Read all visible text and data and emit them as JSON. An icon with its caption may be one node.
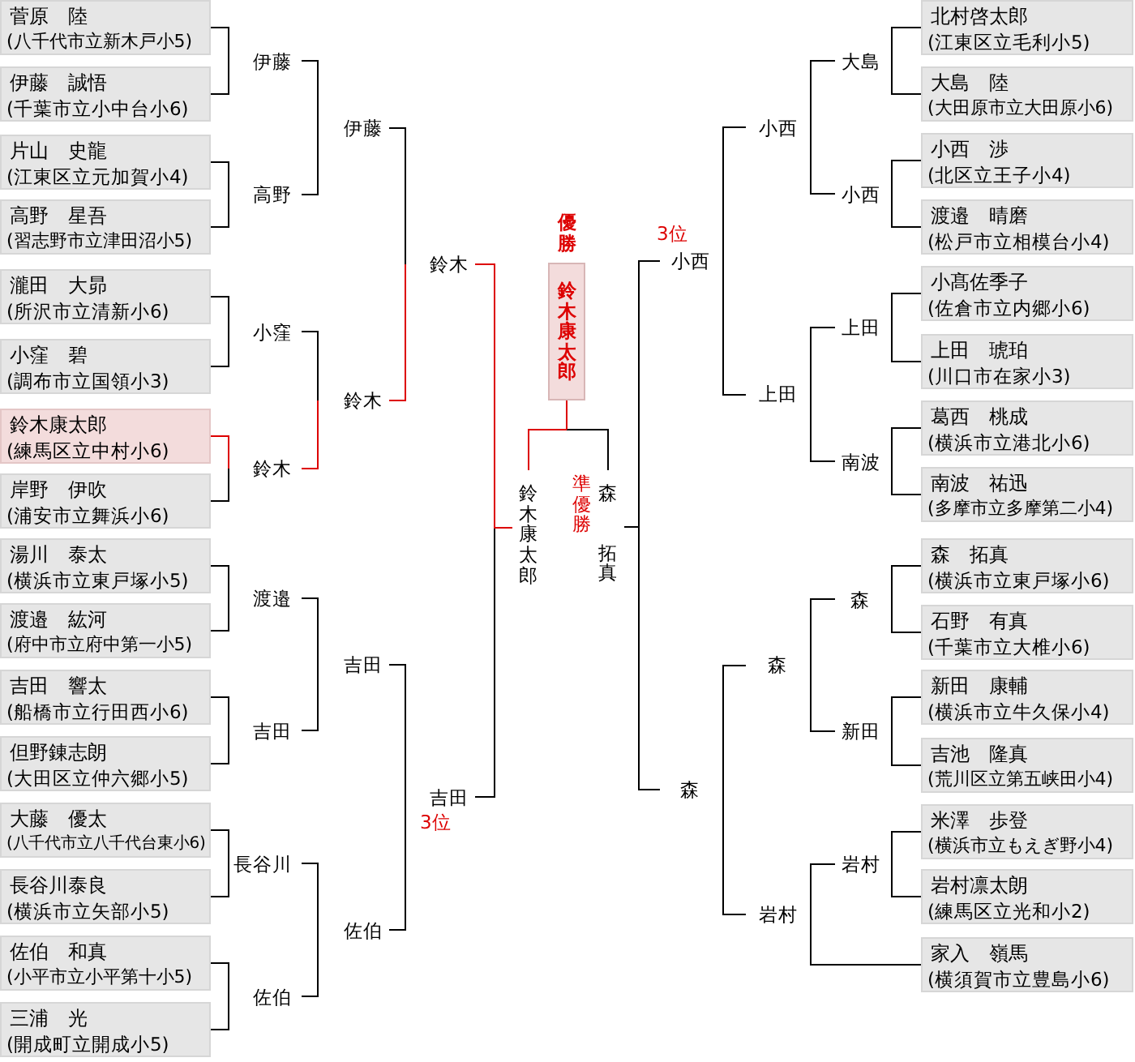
{
  "diagram": {
    "nodes": [
      {
        "text": [
          "菅原　陸",
          "(八千代市立新木戸小5)"
        ]
      },
      {
        "text": [
          "伊藤　誠悟",
          "(千葉市立小中台小6)"
        ]
      },
      {
        "text": [
          "片山　史龍",
          "(江東区立元加賀小4)"
        ]
      },
      {
        "text": [
          "高野　星吾",
          "(習志野市立津田沼小5)"
        ]
      },
      {
        "text": [
          "瀧田　大昴",
          "(所沢市立清新小6)"
        ]
      },
      {
        "text": [
          "小窪　碧",
          "(調布市立国領小3)"
        ]
      },
      {
        "text": [
          "鈴木康太郎",
          "(練馬区立中村小6)"
        ]
      },
      {
        "text": [
          "岸野　伊吹",
          "(浦安市立舞浜小6)"
        ]
      },
      {
        "text": [
          "湯川　泰太",
          "(横浜市立東戸塚小5)"
        ]
      },
      {
        "text": [
          "渡邉　紘河",
          "(府中市立府中第一小5)"
        ]
      },
      {
        "text": [
          "吉田　響太",
          "(船橋市立行田西小6)"
        ]
      },
      {
        "text": [
          "但野錬志朗",
          "(大田区立仲六郷小5)"
        ]
      },
      {
        "text": [
          "大藤　優太",
          "(八千代市立八千代台東小6)"
        ]
      },
      {
        "text": [
          "長谷川泰良",
          "(横浜市立矢部小5)"
        ]
      },
      {
        "text": [
          "佐伯　和真",
          "(小平市立小平第十小5)"
        ]
      },
      {
        "text": [
          "三浦　光",
          "(開成町立開成小5)"
        ]
      },
      {
        "text": [
          "伊藤"
        ]
      },
      {
        "text": [
          "高野"
        ]
      },
      {
        "text": [
          "小窪"
        ]
      },
      {
        "text": [
          "鈴木"
        ]
      },
      {
        "text": [
          "渡邉"
        ]
      },
      {
        "text": [
          "吉田"
        ]
      },
      {
        "text": [
          "長谷川"
        ]
      },
      {
        "text": [
          "佐伯"
        ]
      },
      {
        "text": [
          "伊藤"
        ]
      },
      {
        "text": [
          "鈴木"
        ]
      },
      {
        "text": [
          "吉田"
        ]
      },
      {
        "text": [
          "佐伯"
        ]
      },
      {
        "text": [
          "鈴木"
        ]
      },
      {
        "text": [
          "吉田"
        ],
        "beside": [
          "3位"
        ]
      },
      {
        "text": [
          "鈴木康太郎"
        ]
      },
      {
        "text": [
          "鈴木康太郎"
        ],
        "beside": [
          "優勝"
        ]
      },
      {
        "text": [
          "森",
          "拓真"
        ],
        "beside": [
          "準優勝"
        ]
      },
      {
        "text": [
          "小西"
        ],
        "beside": [
          "3位"
        ]
      },
      {
        "text": [
          "森"
        ]
      },
      {
        "text": [
          "小西"
        ]
      },
      {
        "text": [
          "上田"
        ]
      },
      {
        "text": [
          "森"
        ]
      },
      {
        "text": [
          "岩村"
        ]
      },
      {
        "text": [
          "大島"
        ]
      },
      {
        "text": [
          "小西"
        ]
      },
      {
        "text": [
          "上田"
        ]
      },
      {
        "text": [
          "南波"
        ]
      },
      {
        "text": [
          "森"
        ]
      },
      {
        "text": [
          "新田"
        ]
      },
      {
        "text": [
          "岩村"
        ]
      },
      {
        "text": [
          "北村啓太郎",
          "(江東区立毛利小5)"
        ]
      },
      {
        "text": [
          "大島　陸",
          "(大田原市立大田原小6)"
        ]
      },
      {
        "text": [
          "小西　渉",
          "(北区立王子小4)"
        ]
      },
      {
        "text": [
          "渡邉　晴磨",
          "(松戸市立相模台小4)"
        ]
      },
      {
        "text": [
          "小髙佐季子",
          "(佐倉市立内郷小6)"
        ]
      },
      {
        "text": [
          "上田　琥珀",
          "(川口市在家小3)"
        ]
      },
      {
        "text": [
          "葛西　桃成",
          "(横浜市立港北小6)"
        ]
      },
      {
        "text": [
          "南波　祐迅",
          "(多摩市立多摩第二小4)"
        ]
      },
      {
        "text": [
          "森　拓真",
          "(横浜市立東戸塚小6)"
        ]
      },
      {
        "text": [
          "石野　有真",
          "(千葉市立大椎小6)"
        ]
      },
      {
        "text": [
          "新田　康輔",
          "(横浜市立牛久保小4)"
        ]
      },
      {
        "text": [
          "吉池　隆真",
          "(荒川区立第五峡田小4)"
        ]
      },
      {
        "text": [
          "米澤　歩登",
          "(横浜市立もえぎ野小4)"
        ]
      },
      {
        "text": [
          "岩村凛太朗",
          "(練馬区立光和小2)"
        ]
      },
      {
        "text": [
          "家入　嶺馬",
          "(横須賀市立豊島小6)"
        ]
      }
    ],
    "edges": [
      {
        "from": 0,
        "to": 16,
        "arrow": "none"
      },
      {
        "from": 1,
        "to": 16,
        "arrow": "none"
      },
      {
        "from": 2,
        "to": 17,
        "arrow": "none"
      },
      {
        "from": 3,
        "to": 17,
        "arrow": "none"
      },
      {
        "from": 4,
        "to": 18,
        "arrow": "none"
      },
      {
        "from": 5,
        "to": 18,
        "arrow": "none"
      },
      {
        "from": 6,
        "to": 19,
        "arrow": "none",
        "color": "#dd0000"
      },
      {
        "from": 7,
        "to": 19,
        "arrow": "none"
      },
      {
        "from": 8,
        "to": 20,
        "arrow": "none"
      },
      {
        "from": 9,
        "to": 20,
        "arrow": "none"
      },
      {
        "from": 10,
        "to": 21,
        "arrow": "none"
      },
      {
        "from": 11,
        "to": 21,
        "arrow": "none"
      },
      {
        "from": 12,
        "to": 22,
        "arrow": "none"
      },
      {
        "from": 13,
        "to": 22,
        "arrow": "none"
      },
      {
        "from": 14,
        "to": 23,
        "arrow": "none"
      },
      {
        "from": 15,
        "to": 23,
        "arrow": "none"
      },
      {
        "from": 16,
        "to": 24,
        "arrow": "none"
      },
      {
        "from": 17,
        "to": 24,
        "arrow": "none"
      },
      {
        "from": 18,
        "to": 25,
        "arrow": "none"
      },
      {
        "from": 19,
        "to": 25,
        "arrow": "none",
        "color": "#dd0000"
      },
      {
        "from": 20,
        "to": 26,
        "arrow": "none"
      },
      {
        "from": 21,
        "to": 26,
        "arrow": "none"
      },
      {
        "from": 22,
        "to": 27,
        "arrow": "none"
      },
      {
        "from": 23,
        "to": 27,
        "arrow": "none"
      },
      {
        "from": 24,
        "to": 28,
        "arrow": "none"
      },
      {
        "from": 25,
        "to": 28,
        "arrow": "none",
        "color": "#dd0000"
      },
      {
        "from": 26,
        "to": 29,
        "arrow": "none"
      },
      {
        "from": 27,
        "to": 29,
        "arrow": "none"
      },
      {
        "from": 28,
        "to": 30,
        "arrow": "none",
        "color": "#dd0000"
      },
      {
        "from": 29,
        "to": 30,
        "arrow": "none"
      },
      {
        "from": 30,
        "to": 31,
        "arrow": "none",
        "color": "#dd0000"
      },
      {
        "from": 32,
        "to": 31,
        "arrow": "none"
      },
      {
        "from": 33,
        "to": 32,
        "arrow": "none"
      },
      {
        "from": 34,
        "to": 32,
        "arrow": "none"
      },
      {
        "from": 35,
        "to": 33,
        "arrow": "none"
      },
      {
        "from": 36,
        "to": 33,
        "arrow": "none"
      },
      {
        "from": 37,
        "to": 34,
        "arrow": "none"
      },
      {
        "from": 38,
        "to": 34,
        "arrow": "none"
      },
      {
        "from": 39,
        "to": 35,
        "arrow": "none"
      },
      {
        "from": 40,
        "to": 35,
        "arrow": "none"
      },
      {
        "from": 41,
        "to": 36,
        "arrow": "none"
      },
      {
        "from": 42,
        "to": 36,
        "arrow": "none"
      },
      {
        "from": 43,
        "to": 37,
        "arrow": "none"
      },
      {
        "from": 44,
        "to": 37,
        "arrow": "none"
      },
      {
        "from": 45,
        "to": 38,
        "arrow": "none"
      },
      {
        "from": 60,
        "to": 38,
        "arrow": "none"
      },
      {
        "from": 46,
        "to": 39,
        "arrow": "none"
      },
      {
        "from": 47,
        "to": 39,
        "arrow": "none"
      },
      {
        "from": 48,
        "to": 40,
        "arrow": "none"
      },
      {
        "from": 49,
        "to": 40,
        "arrow": "none"
      },
      {
        "from": 50,
        "to": 41,
        "arrow": "none"
      },
      {
        "from": 51,
        "to": 41,
        "arrow": "none"
      },
      {
        "from": 52,
        "to": 42,
        "arrow": "none"
      },
      {
        "from": 53,
        "to": 42,
        "arrow": "none"
      },
      {
        "from": 54,
        "to": 43,
        "arrow": "none"
      },
      {
        "from": 55,
        "to": 43,
        "arrow": "none"
      },
      {
        "from": 56,
        "to": 44,
        "arrow": "none"
      },
      {
        "from": 57,
        "to": 44,
        "arrow": "none"
      },
      {
        "from": 58,
        "to": 45,
        "arrow": "none"
      },
      {
        "from": 59,
        "to": 45,
        "arrow": "none"
      }
    ]
  }
}
